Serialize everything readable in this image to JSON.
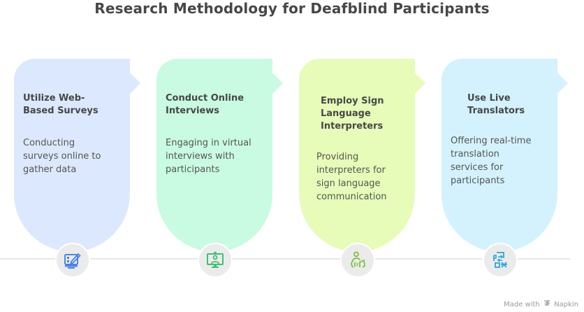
{
  "title": "Research Methodology for Deafblind Participants",
  "steps": [
    {
      "heading": "Utilize Web-Based Surveys",
      "heading_lines": [
        "Utilize Web-",
        "Based Surveys"
      ],
      "description": "Conducting surveys online to gather data",
      "desc_lines": [
        "Conducting",
        "surveys online to",
        "gather data"
      ],
      "icon": "survey-tablet-pen-icon",
      "fill_color": "#dce8fd",
      "icon_color": "#4a86e8"
    },
    {
      "heading": "Conduct Online Interviews",
      "heading_lines": [
        "Conduct Online",
        "Interviews"
      ],
      "description": "Engaging in virtual interviews with participants",
      "desc_lines": [
        "Engaging in virtual",
        "interviews with",
        "participants"
      ],
      "icon": "video-call-monitor-icon",
      "fill_color": "#c8fbe2",
      "icon_color": "#3cc274"
    },
    {
      "heading": "Employ Sign Language Interpreters",
      "heading_lines": [
        "Employ Sign",
        "Language",
        "Interpreters"
      ],
      "description": "Providing interpreters for sign language communication",
      "desc_lines": [
        "Providing",
        "interpreters for",
        "sign language",
        "communication"
      ],
      "icon": "sign-language-person-icon",
      "fill_color": "#e6fcb8",
      "icon_color": "#7cc23c"
    },
    {
      "heading": "Use Live Translators",
      "heading_lines": [
        "Use Live",
        "Translators"
      ],
      "description": "Offering real-time translation services for participants",
      "desc_lines": [
        "Offering real-time",
        "translation",
        "services for",
        "participants"
      ],
      "icon": "translate-document-icon",
      "fill_color": "#d3f2fd",
      "icon_color": "#2aa6dc"
    }
  ],
  "footer": {
    "made_with": "Made with",
    "brand": "Napkin"
  }
}
